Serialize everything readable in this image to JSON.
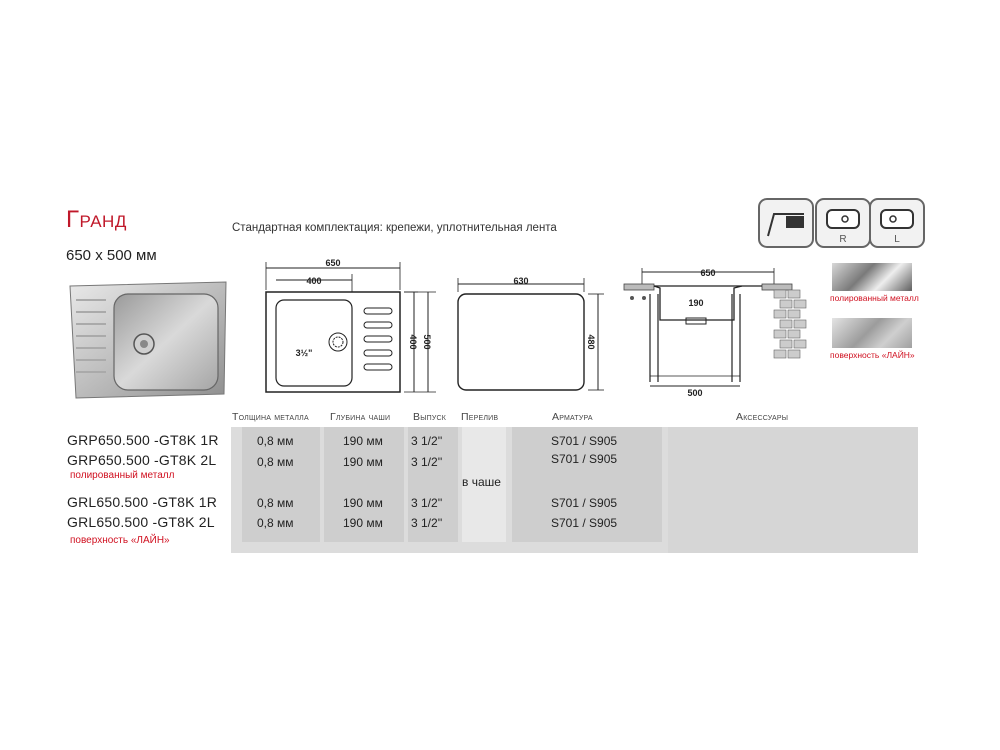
{
  "product": {
    "title": "Гранд",
    "size": "650 x 500 мм",
    "standard_kit": "Стандартная комплектация: крепежи, уплотнительная лента"
  },
  "icons": {
    "mount_icon": "undermount-icon",
    "right_label": "R",
    "left_label": "L"
  },
  "drawings": {
    "top_view": {
      "width": "650",
      "bowl": "400",
      "height1": "400",
      "height2": "500",
      "drain": "3½\""
    },
    "cutout": {
      "width": "630",
      "height": "480"
    },
    "side_view": {
      "width": "650",
      "depth": "190",
      "bottom": "500"
    }
  },
  "finishes": {
    "polished": "полированный металл",
    "line": "поверхность «ЛАЙН»"
  },
  "table": {
    "headers": {
      "thickness": "Толщина металла",
      "depth": "Глубина чаши",
      "outlet": "Выпуск",
      "overflow": "Перелив",
      "fittings": "Арматура",
      "accessories": "Аксессуары"
    },
    "rows": [
      {
        "model": "GRP650.500 -GT8K 1R",
        "thickness": "0,8 мм",
        "depth": "190 мм",
        "outlet": "3 1/2''",
        "fittings": "S701 / S905"
      },
      {
        "model": "GRP650.500 -GT8K 2L",
        "thickness": "0,8 мм",
        "depth": "190 мм",
        "outlet": "3 1/2''",
        "fittings": "S701 / S905"
      },
      {
        "model": "GRL650.500 -GT8K 1R",
        "thickness": "0,8 мм",
        "depth": "190 мм",
        "outlet": "3 1/2''",
        "fittings": "S701 / S905"
      },
      {
        "model": "GRL650.500 -GT8K 2L",
        "thickness": "0,8 мм",
        "depth": "190 мм",
        "outlet": "3 1/2''",
        "fittings": "S701 / S905"
      }
    ],
    "group_notes": [
      "полированный металл",
      "поверхность «ЛАЙН»"
    ],
    "overflow_value": "в чаше"
  },
  "colors": {
    "accent": "#c0182a",
    "panel": "#dcdcdc"
  }
}
